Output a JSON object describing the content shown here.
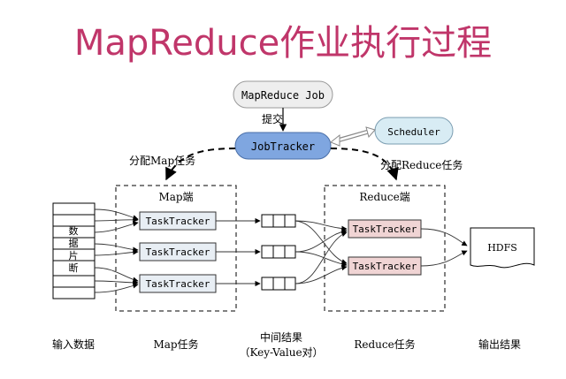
{
  "title": "MapReduce作业执行过程",
  "job_box": "MapReduce Job",
  "submit_label": "提交",
  "jobtracker": "JobTracker",
  "scheduler": "Scheduler",
  "assign_map_label": "分配Map任务",
  "assign_reduce_label": "分配Reduce任务",
  "map_side_label": "Map端",
  "reduce_side_label": "Reduce端",
  "data_split_chars": [
    "数",
    "据",
    "片",
    "断"
  ],
  "map_tasktrackers": [
    "TaskTracker",
    "TaskTracker",
    "TaskTracker"
  ],
  "reduce_tasktrackers": [
    "TaskTracker",
    "TaskTracker"
  ],
  "hdfs": "HDFS",
  "bottom_labels": {
    "input": "输入数据",
    "map_task": "Map任务",
    "intermediate": "中间结果",
    "intermediate_sub": "（Key-Value对）",
    "reduce_task": "Reduce任务",
    "output": "输出结果"
  },
  "colors": {
    "title": "#c0366a",
    "jobtracker_fill": "#7fa6e0",
    "scheduler_fill": "#d8ecf4",
    "job_fill": "#eeeeee",
    "map_tt_fill": "#e8eef4",
    "reduce_tt_fill": "#f0d4d4"
  }
}
